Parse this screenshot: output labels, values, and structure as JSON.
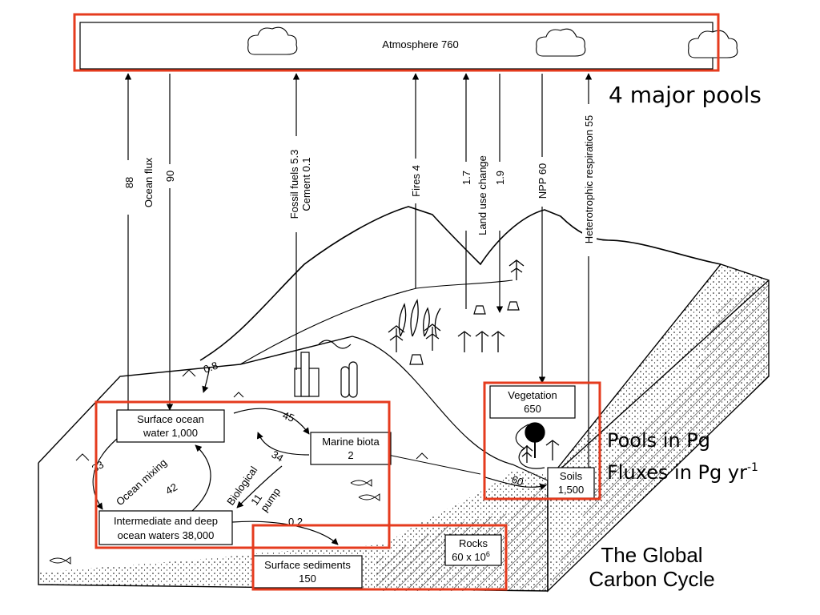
{
  "atmosphere": {
    "label": "Atmosphere 760"
  },
  "annotations": {
    "major_pools": "4 major pools",
    "units_pools": "Pools in Pg",
    "units_fluxes_prefix": "Fluxes in Pg yr",
    "units_fluxes_sup": "-1"
  },
  "title": {
    "line1": "The Global",
    "line2": "Carbon Cycle"
  },
  "pools": {
    "surface_ocean": {
      "line1": "Surface ocean",
      "line2": "water 1,000"
    },
    "marine_biota": {
      "line1": "Marine biota",
      "line2": "2"
    },
    "deep_ocean": {
      "line1": "Intermediate and deep",
      "line2": "ocean waters 38,000"
    },
    "surface_sediments": {
      "line1": "Surface sediments",
      "line2": "150"
    },
    "rocks": {
      "line1": "Rocks",
      "line2_base": "60 x 10",
      "line2_sup": "6"
    },
    "vegetation": {
      "line1": "Vegetation",
      "line2": "650"
    },
    "soils": {
      "line1": "Soils",
      "line2": "1,500"
    }
  },
  "fluxes": {
    "ocean_up": "88",
    "ocean_flux": "Ocean flux",
    "ocean_down": "90",
    "fossil_fuels": "Fossil fuels 5.3",
    "cement": "Cement 0.1",
    "fires": "Fires 4",
    "land_use_up": "1.7",
    "land_use_change": "Land use change",
    "land_use_down": "1.9",
    "npp": "NPP 60",
    "heterotrophic": "Heterotrophic respiration 55",
    "runoff": "0.8",
    "surface_to_biota": "45",
    "biota_to_surface": "34",
    "mixing_down": "33",
    "mixing_label": "Ocean mixing",
    "mixing_up": "42",
    "biological": "Biological",
    "biological_value": "11",
    "pump": "pump",
    "to_sediments": "0.2",
    "litter": "60"
  }
}
